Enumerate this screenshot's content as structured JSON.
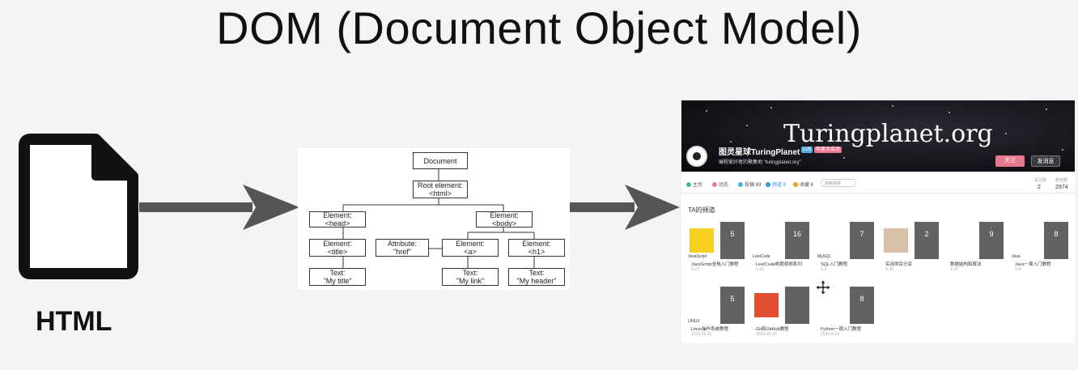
{
  "title": "DOM (Document Object Model)",
  "html_label": "HTML",
  "dom_tree": {
    "document": "Document",
    "root_line1": "Root element:",
    "root_line2": "<html>",
    "head_line1": "Element:",
    "head_line2": "<head>",
    "body_line1": "Element:",
    "body_line2": "<body>",
    "title_line1": "Element:",
    "title_line2": "<title>",
    "attr_line1": "Attribute:",
    "attr_line2": "\"href\"",
    "a_line1": "Element:",
    "a_line2": "<a>",
    "h1_line1": "Element:",
    "h1_line2": "<h1>",
    "text_title_line1": "Text:",
    "text_title_line2": "\"My title\"",
    "text_link_line1": "Text:",
    "text_link_line2": "\"My link\"",
    "text_header_line1": "Text:",
    "text_header_line2": "\"My header\""
  },
  "screenshot": {
    "banner_title": "Turingplanet.org",
    "channel_name": "图灵星球TuringPlanet",
    "badge_level": "LV6",
    "badge_pink": "年度大会员",
    "channel_sub": "编程爱好者的聚集地 \"turingplanet.org\"",
    "follow_button": "关注",
    "message_button": "发消息",
    "nav": [
      "主页",
      "动态",
      "投稿 69",
      "频道 9",
      "收藏 6"
    ],
    "search_placeholder": "搜索视频",
    "stats": [
      {
        "label": "关注数",
        "value": "2"
      },
      {
        "label": "粉丝数",
        "value": "2974"
      }
    ],
    "section_title": "TA的频道",
    "cards": [
      {
        "title": "JavaScript全栈入门教程",
        "date": "6-27",
        "count": "5",
        "thumb": "JavaScript"
      },
      {
        "title": "LeetCode刷题视频系列",
        "date": "5-22",
        "count": "16",
        "thumb": "LeetCode"
      },
      {
        "title": "SQL入门教程",
        "date": "5-2",
        "count": "7",
        "thumb": "MySQL"
      },
      {
        "title": "实战项目分享",
        "date": "4-25",
        "count": "2",
        "thumb": ""
      },
      {
        "title": "数据结构和算法",
        "date": "2-15",
        "count": "9",
        "thumb": ""
      },
      {
        "title": "Java一周入门教程",
        "date": "2-8",
        "count": "8",
        "thumb": "Java"
      },
      {
        "title": "Linux操作系统教程",
        "date": "2019-11-16",
        "count": "5",
        "thumb": "LINUX"
      },
      {
        "title": "Git和GitHub教程",
        "date": "2019-10-19",
        "count": "",
        "thumb": ""
      },
      {
        "title": "Python一周入门教程",
        "date": "2019-9-14",
        "count": "8",
        "thumb": ""
      }
    ]
  },
  "colors": {
    "arrow": "#555555",
    "follow": "#e8788c"
  }
}
